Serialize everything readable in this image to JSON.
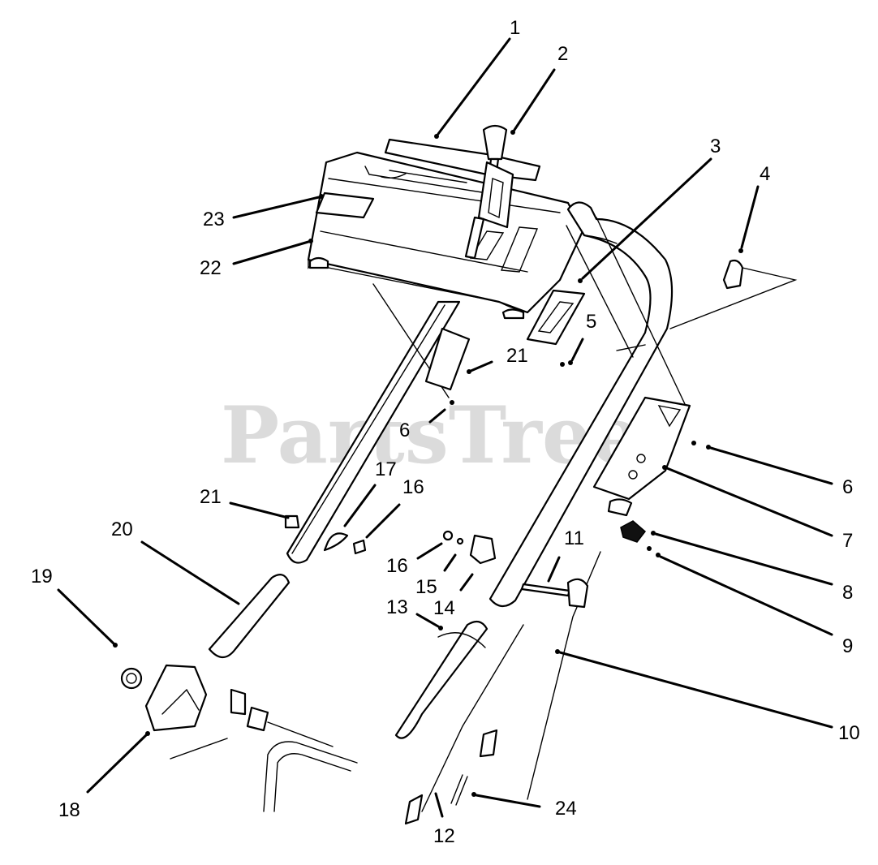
{
  "watermark": "PartsTree",
  "callouts": [
    {
      "id": "1",
      "label": "1"
    },
    {
      "id": "2",
      "label": "2"
    },
    {
      "id": "3",
      "label": "3"
    },
    {
      "id": "4",
      "label": "4"
    },
    {
      "id": "5",
      "label": "5"
    },
    {
      "id": "6a",
      "label": "6"
    },
    {
      "id": "6b",
      "label": "6"
    },
    {
      "id": "7",
      "label": "7"
    },
    {
      "id": "8",
      "label": "8"
    },
    {
      "id": "9",
      "label": "9"
    },
    {
      "id": "10",
      "label": "10"
    },
    {
      "id": "11",
      "label": "11"
    },
    {
      "id": "12",
      "label": "12"
    },
    {
      "id": "13",
      "label": "13"
    },
    {
      "id": "14",
      "label": "14"
    },
    {
      "id": "15",
      "label": "15"
    },
    {
      "id": "16a",
      "label": "16"
    },
    {
      "id": "16b",
      "label": "16"
    },
    {
      "id": "17",
      "label": "17"
    },
    {
      "id": "18",
      "label": "18"
    },
    {
      "id": "19",
      "label": "19"
    },
    {
      "id": "20",
      "label": "20"
    },
    {
      "id": "21a",
      "label": "21"
    },
    {
      "id": "21b",
      "label": "21"
    },
    {
      "id": "22",
      "label": "22"
    },
    {
      "id": "23",
      "label": "23"
    },
    {
      "id": "24",
      "label": "24"
    }
  ],
  "colors": {
    "ink": "#000000",
    "background": "#ffffff",
    "watermark": "#cfcfcf"
  }
}
